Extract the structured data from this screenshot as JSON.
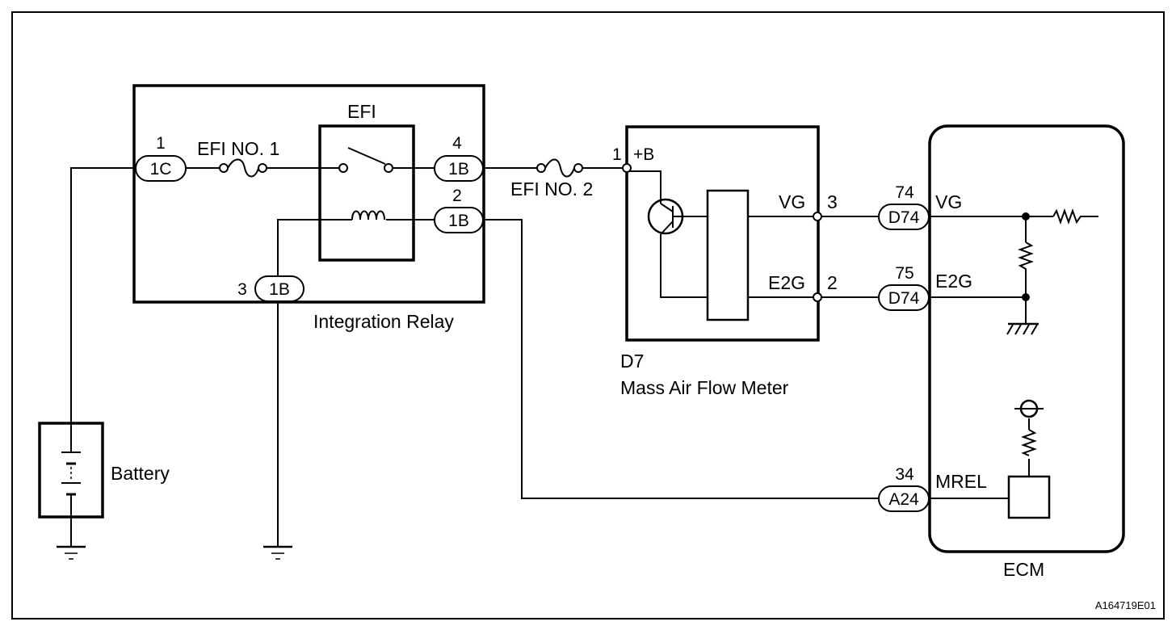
{
  "diagram": {
    "figure_code": "A164719E01",
    "components": {
      "integration_relay": "Integration Relay",
      "efi_relay": "EFI",
      "fuse_efi1": "EFI NO. 1",
      "fuse_efi2": "EFI NO. 2",
      "battery": "Battery",
      "maf_code": "D7",
      "maf_name": "Mass Air Flow Meter",
      "ecm": "ECM"
    },
    "connectors": [
      {
        "id": "relay-in",
        "code": "1C",
        "pin": "1"
      },
      {
        "id": "relay-out",
        "code": "1B",
        "pin": "4"
      },
      {
        "id": "relay-coil",
        "code": "1B",
        "pin": "2"
      },
      {
        "id": "relay-gnd",
        "code": "1B",
        "pin": "3"
      },
      {
        "id": "ecm-vg",
        "code": "D74",
        "pin": "74"
      },
      {
        "id": "ecm-e2g",
        "code": "D74",
        "pin": "75"
      },
      {
        "id": "ecm-mrel",
        "code": "A24",
        "pin": "34"
      }
    ],
    "maf_terminals": {
      "b_pin": "1",
      "b_name": "+B",
      "vg_name": "VG",
      "vg_pin": "3",
      "e2g_name": "E2G",
      "e2g_pin": "2"
    },
    "ecm_terminals": {
      "vg": "VG",
      "e2g": "E2G",
      "mrel": "MREL"
    }
  }
}
